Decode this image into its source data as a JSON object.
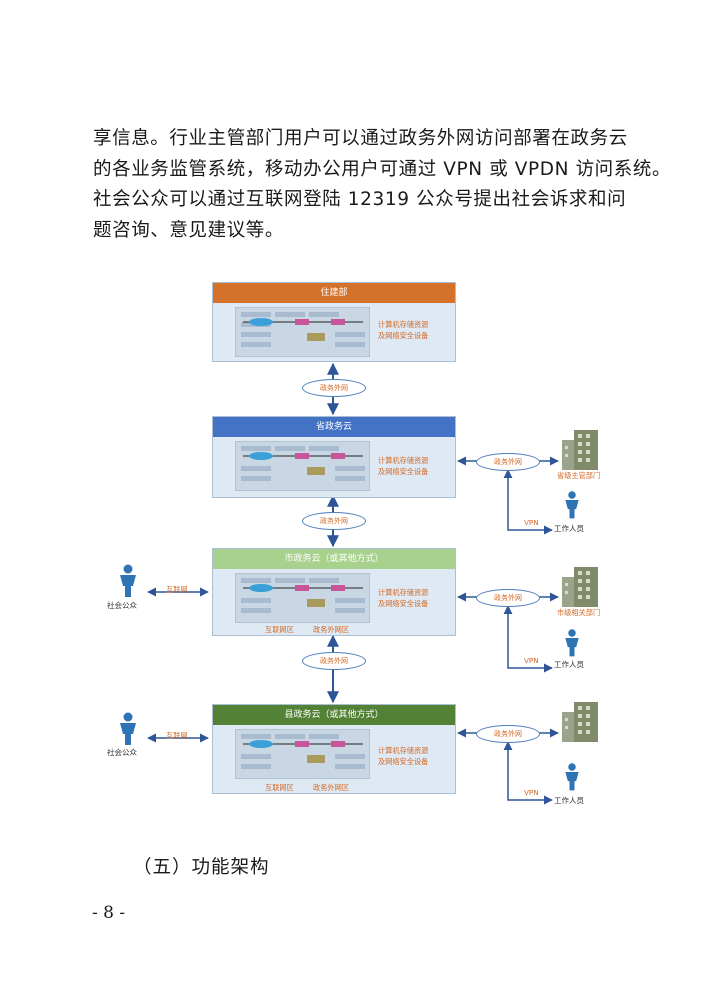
{
  "text": {
    "lines": [
      "享信息。行业主管部门用户可以通过政务外网访问部署在政务云",
      "的各业务监管系统，移动办公用户可通过 VPN 或 VPDN 访问系统。",
      "社会公众可以通过互联网登陆 12319 公众号提出社会诉求和问",
      "题咨询、意见建议等。"
    ],
    "heading": "（五）功能架构",
    "page_number": "- 8 -"
  },
  "diagram": {
    "panels": [
      {
        "title": "住建部",
        "color": "#d4712a",
        "resource_line1": "计算机存储资源",
        "resource_line2": "及网络安全设备",
        "zones": []
      },
      {
        "title": "省政务云",
        "color": "#4472c4",
        "resource_line1": "计算机存储资源",
        "resource_line2": "及网络安全设备",
        "zones": []
      },
      {
        "title": "市政务云（或其他方式）",
        "color": "#a9d18e",
        "resource_line1": "计算机存储资源",
        "resource_line2": "及网络安全设备",
        "zones": [
          "互联网区",
          "政务外网区"
        ]
      },
      {
        "title": "县政务云（或其他方式）",
        "color": "#538135",
        "resource_line1": "计算机存储资源",
        "resource_line2": "及网络安全设备",
        "zones": [
          "互联网区",
          "政务外网区"
        ]
      }
    ],
    "net_labels": {
      "gov_net_1": "政务外网",
      "gov_net_2": "政务外网",
      "gov_net_3": "政务外网",
      "side_net_1": "政务外网",
      "side_net_2": "政务外网",
      "side_net_3": "政务外网"
    },
    "public": {
      "label_1": "社会公众",
      "label_2": "社会公众",
      "internet_1": "互联网",
      "internet_2": "互联网"
    },
    "right": {
      "dept_1": "省级主管部门",
      "dept_2": "市级相关部门",
      "vpn_1": "VPN",
      "vpn_2": "VPN",
      "vpn_3": "VPN",
      "staff_1": "工作人员",
      "staff_2": "工作人员",
      "staff_3": "工作人员"
    },
    "colors": {
      "arrow": "#2f5597",
      "accent": "#d36a28",
      "panel_bg": "#dfe9f3"
    }
  }
}
